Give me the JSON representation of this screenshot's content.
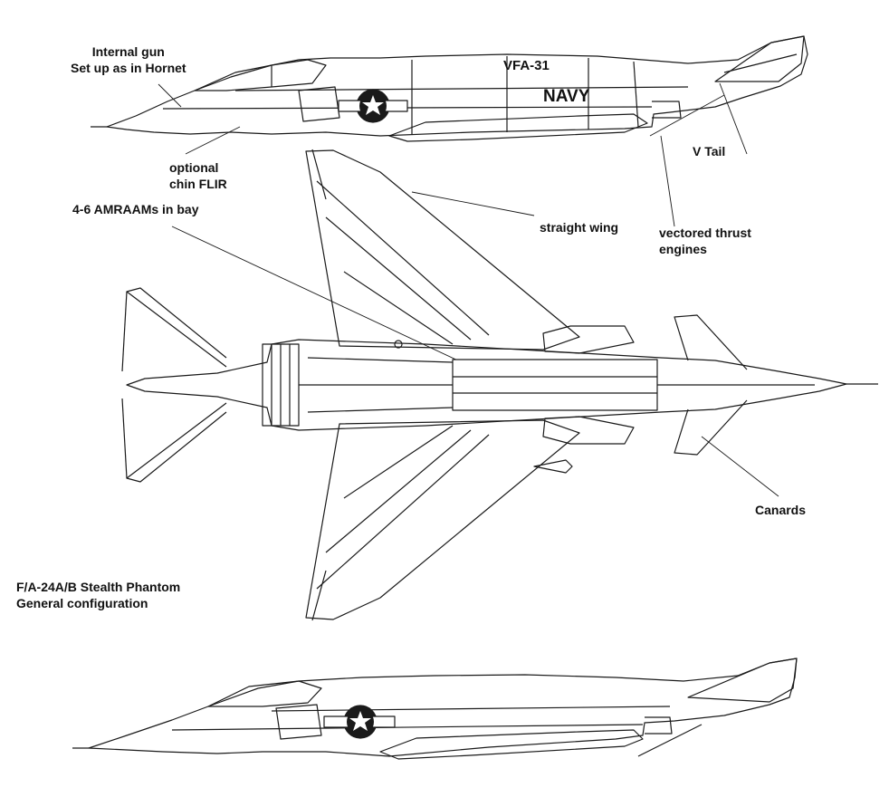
{
  "labels": {
    "internal_gun": [
      "Internal gun",
      "Set up as in Hornet"
    ],
    "chin_flir": [
      "optional",
      "chin FLIR"
    ],
    "amraams": "4-6 AMRAAMs in bay",
    "straight_wing": "straight wing",
    "vectored_thrust": [
      "vectored thrust",
      "engines"
    ],
    "v_tail": "V Tail",
    "canards": "Canards",
    "configuration": [
      "F/A-24A/B Stealth Phantom",
      "General configuration"
    ]
  },
  "markings": {
    "squadron": "VFA-31",
    "service": "NAVY"
  },
  "colors": {
    "line": "#1a1a1a",
    "text": "#111111",
    "background": "#ffffff"
  }
}
